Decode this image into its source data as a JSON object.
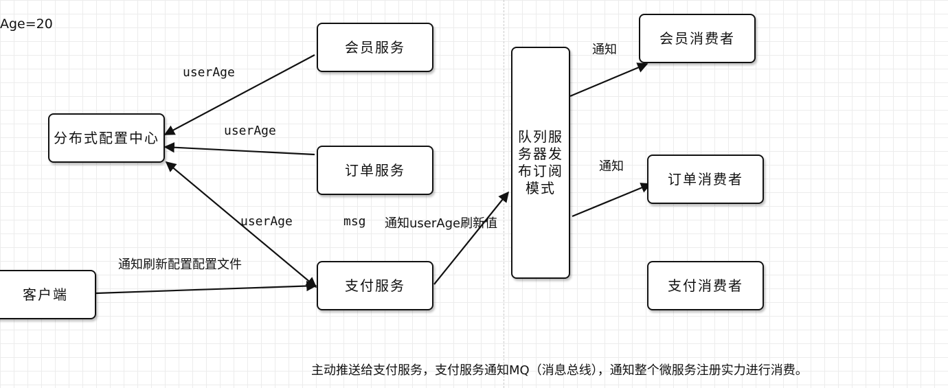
{
  "top_left_label": "Age=20",
  "nodes": {
    "config_center": "分布式配置中心",
    "member_service": "会员服务",
    "order_service": "订单服务",
    "payment_service": "支付服务",
    "client": "客户端",
    "queue_server": "队列服务器发布订阅模式",
    "member_consumer": "会员消费者",
    "order_consumer": "订单消费者",
    "payment_consumer": "支付消费者"
  },
  "edge_labels": {
    "member_to_config": "userAge",
    "order_to_config": "userAge",
    "payment_config": "userAge",
    "msg": "msg",
    "notify_refresh_value": "通知userAge刷新值",
    "client_notify": "通知刷新配置配置文件",
    "notify_member": "通知",
    "notify_order": "通知"
  },
  "footer_note": "主动推送给支付服务，支付服务通知MQ（消息总线），通知整个微服务注册实力进行消费。"
}
